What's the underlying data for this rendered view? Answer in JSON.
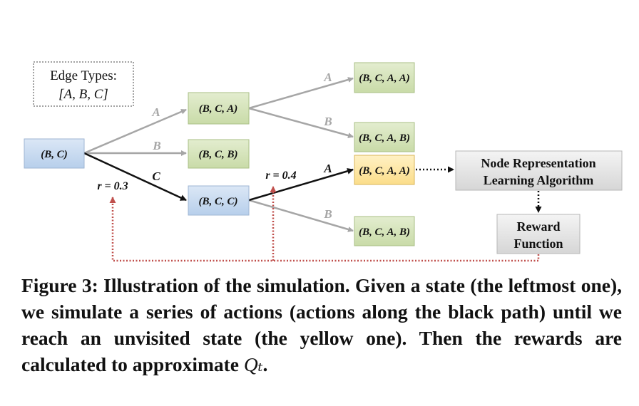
{
  "legend": {
    "title": "Edge Types:",
    "types": "[A, B, C]"
  },
  "nodes": {
    "root": "(B, C)",
    "bca": "(B, C, A)",
    "bcb": "(B, C, B)",
    "bcc": "(B, C, C)",
    "bcaa": "(B, C, A, A)",
    "bcab": "(B, C, A, B)",
    "bcca": "(B, C, A, A)",
    "bccb": "(B, C, A, B)"
  },
  "edges": {
    "root_to_bca": "A",
    "root_to_bcb": "B",
    "root_to_bcc": "C",
    "bca_to_bcaa": "A",
    "bca_to_bcab": "B",
    "bcc_to_bcca": "A",
    "bcc_to_bccb": "B"
  },
  "rewards": {
    "r1": "r = 0.3",
    "r2": "r = 0.4"
  },
  "boxes": {
    "nrl_line1": "Node Representation",
    "nrl_line2": "Learning Algorithm",
    "reward_line1": "Reward",
    "reward_line2": "Function"
  },
  "caption": {
    "text": "Figure 3: Illustration of the simulation. Given a state (the leftmost one), we simulate a series of actions (actions along the black path) until we reach an unvisited state (the yellow one). Then the rewards are calculated to approximate",
    "symbol": "Qₜ",
    "end": "."
  },
  "colors": {
    "blue_node": "#c6d9f0",
    "green_node": "#d7e4bd",
    "yellow_node": "#fde9a9",
    "gray_box": "#e3e3e3",
    "gray_edge": "#a6a6a6",
    "black_path": "#111111",
    "dotted_red": "#c0504d"
  }
}
